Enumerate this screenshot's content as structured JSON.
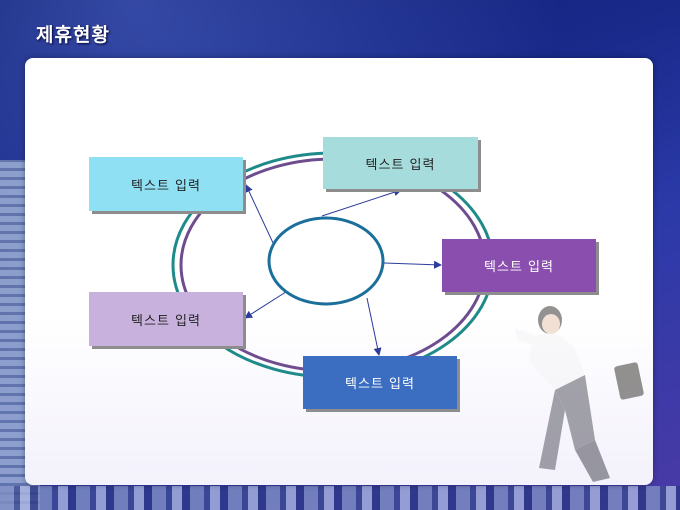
{
  "page": {
    "title": "제휴현황"
  },
  "diagram": {
    "boxes": [
      {
        "id": "box-top-left",
        "label": "텍스트 입력",
        "color": "#8fe0f2"
      },
      {
        "id": "box-top-right",
        "label": "텍스트 입력",
        "color": "#a6dcdc"
      },
      {
        "id": "box-right",
        "label": "텍스트 입력",
        "color": "#8a4fae"
      },
      {
        "id": "box-left",
        "label": "텍스트 입력",
        "color": "#c9b1dd"
      },
      {
        "id": "box-bottom",
        "label": "텍스트 입력",
        "color": "#3b6ec0"
      }
    ],
    "ring_colors": {
      "teal": "#1f8a8a",
      "purple": "#6e4d8f",
      "center": "#1b6f9a",
      "arrow": "#2c3c9c"
    }
  }
}
